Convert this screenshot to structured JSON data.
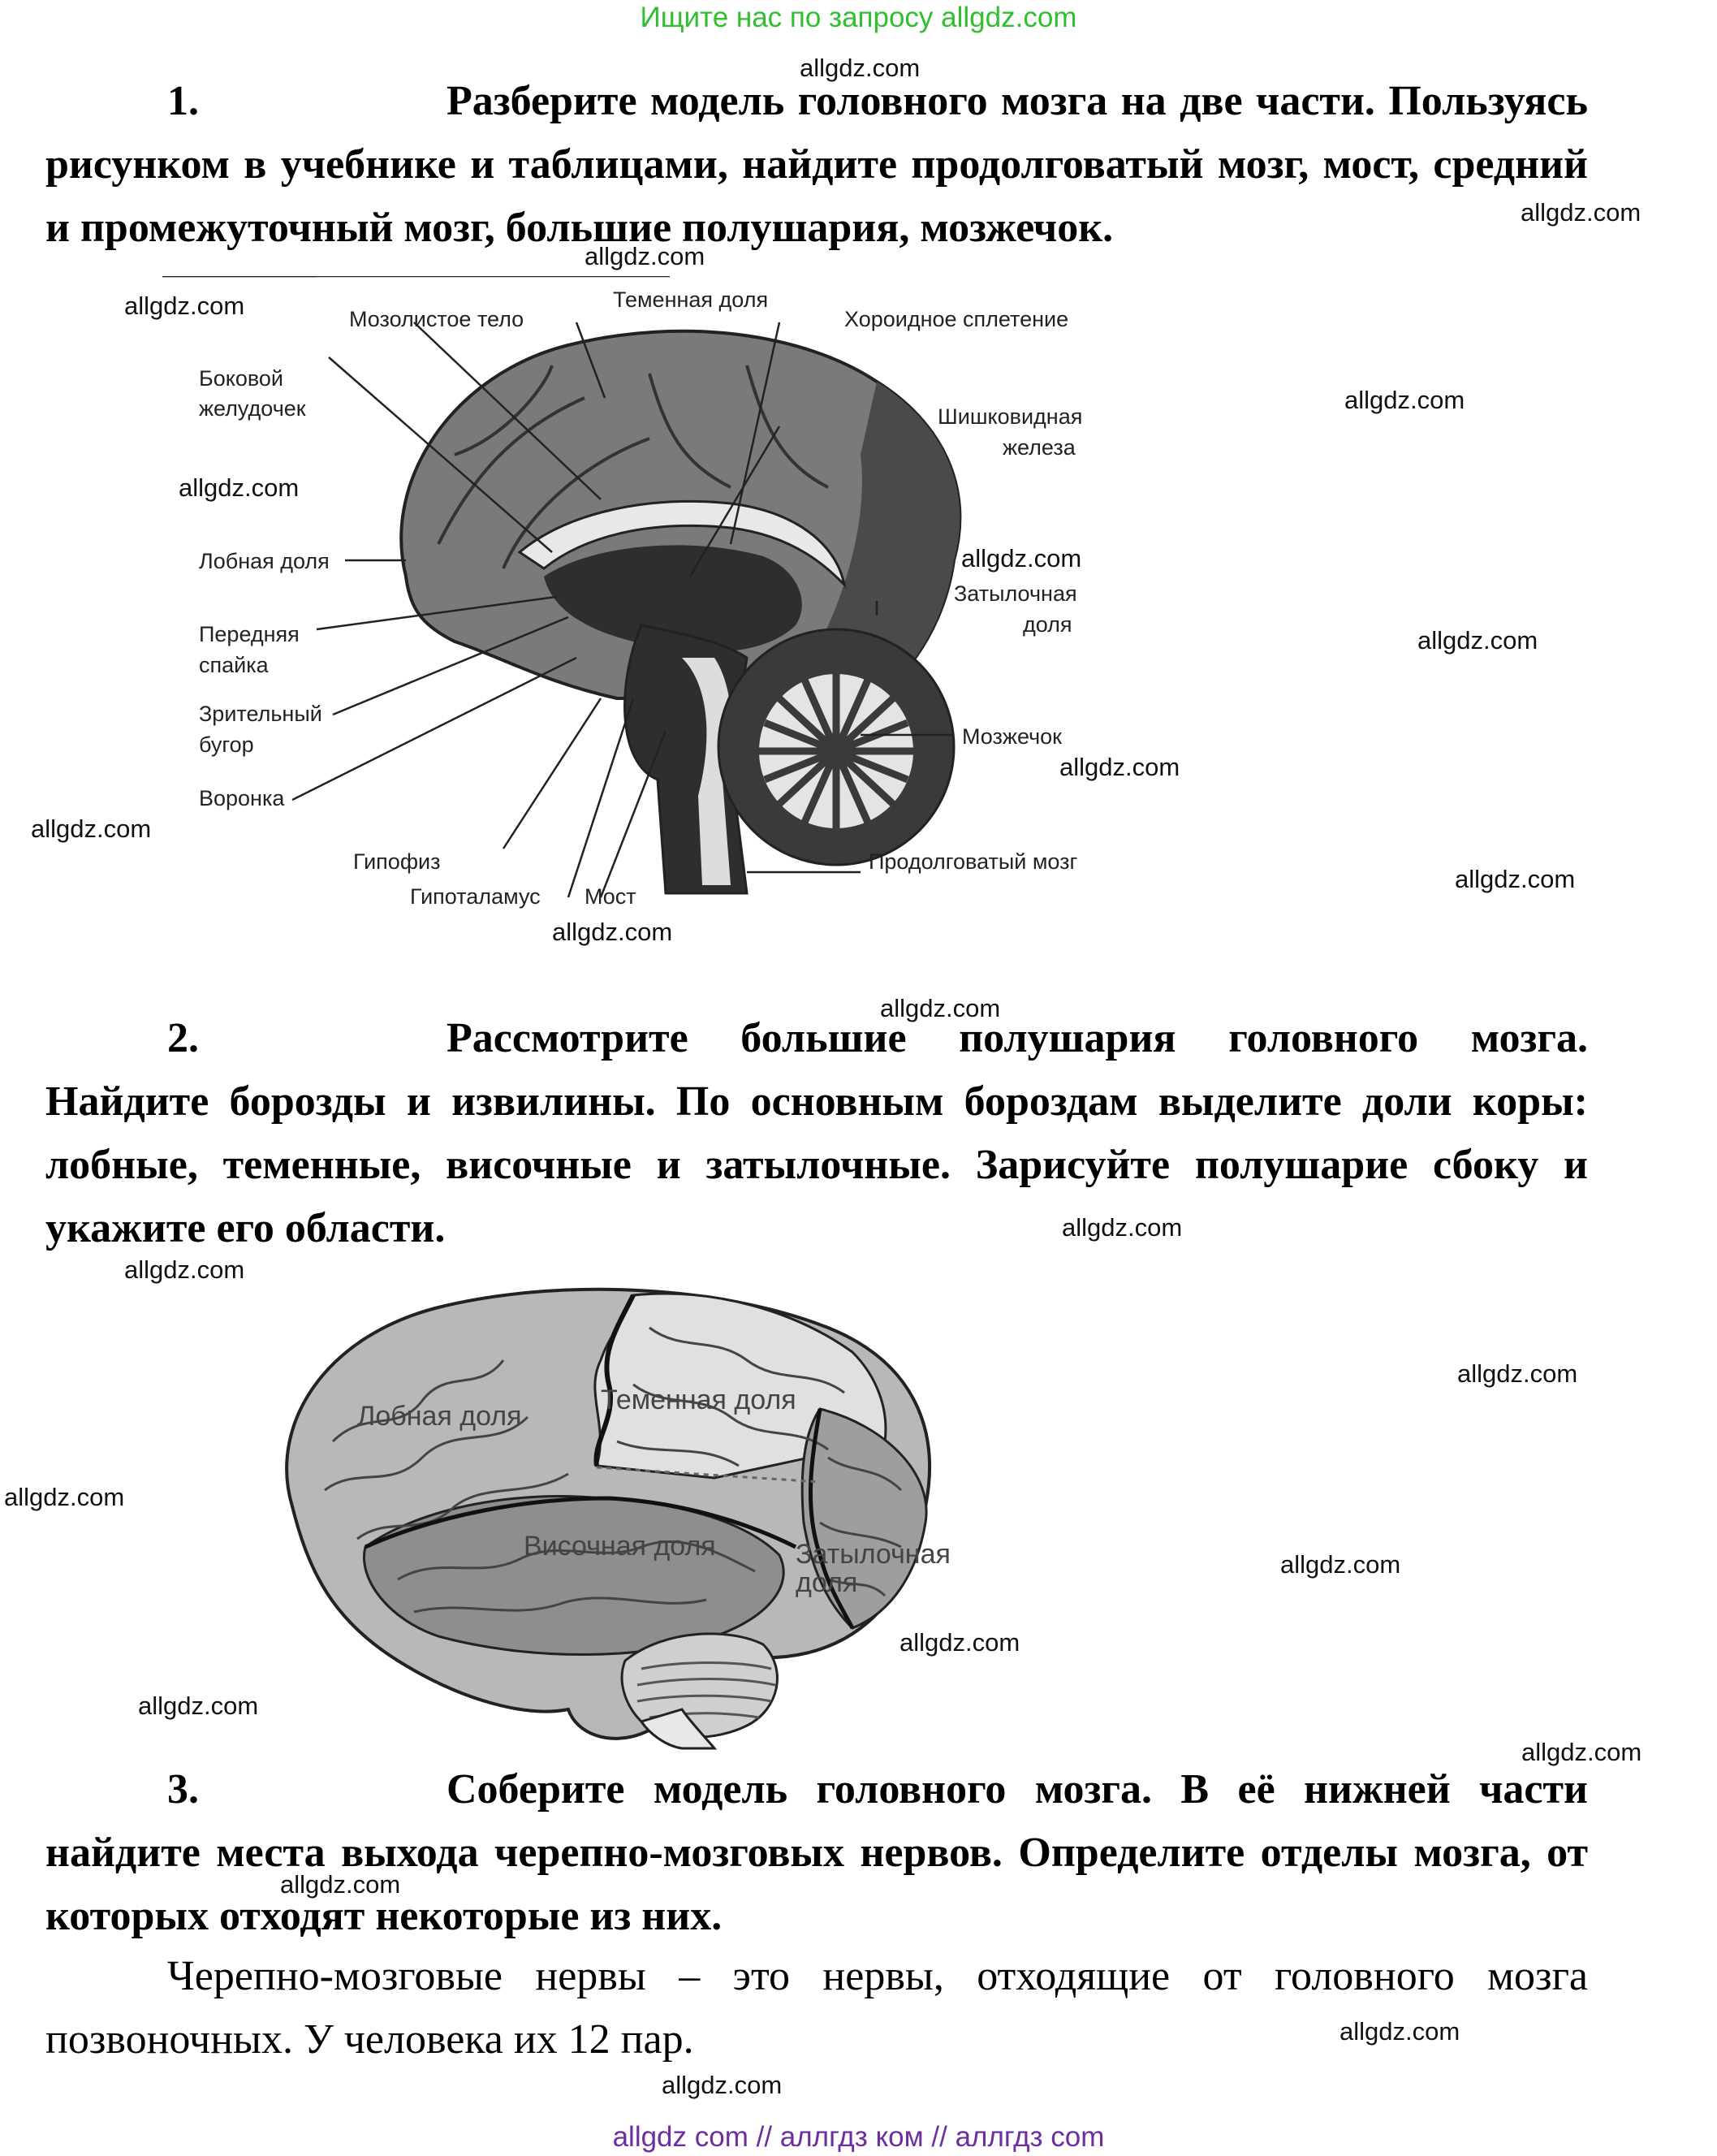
{
  "banner_top": "Ищите нас по запросу allgdz.com",
  "banner_bottom": "allgdz com  //  аллгдз ком  //  аллгдз com",
  "watermark": "allgdz.com",
  "task1": {
    "num": "1.",
    "text": "Разберите модель головного мозга на две части. Пользуясь рисунком в учебнике и таблицами, найдите продолговатый мозг, мост, средний и промежуточный мозг, большие полушария, мозжечок."
  },
  "figure1": {
    "labels": {
      "corpus": "Мозолистое тело",
      "parietal": "Теменная доля",
      "choroid": "Хороидное сплетение",
      "lateral1": "Боковой",
      "lateral2": "желудочек",
      "pineal1": "Шишковидная",
      "pineal2": "железа",
      "frontal": "Лобная доля",
      "occipital1": "Затылочная",
      "occipital2": "доля",
      "anterior1": "Передняя",
      "anterior2": "спайка",
      "optic1": "Зрительный",
      "optic2": "бугор",
      "funnel": "Воронка",
      "cerebellum": "Мозжечок",
      "pituitary": "Гипофиз",
      "hypothalamus": "Гипоталамус",
      "pons": "Мост",
      "medulla": "Продолговатый мозг"
    }
  },
  "task2": {
    "num": "2.",
    "text": "Рассмотрите большие полушария головного мозга. Найдите борозды и извилины. По основным бороздам выделите доли коры: лобные, теменные, височные и затылочные. Зарисуйте полушарие сбоку и укажите его области."
  },
  "figure2": {
    "labels": {
      "frontal": "Лобная доля",
      "parietal": "Теменная доля",
      "temporal": "Височная доля",
      "occipital1": "Затылочная",
      "occipital2": "доля"
    }
  },
  "task3": {
    "num": "3.",
    "text": "Соберите модель головного мозга. В её нижней части найдите места выхода черепно-мозговых нервов. Определите отделы мозга, от которых отходят некоторые из них."
  },
  "paragraph": "Черепно-мозговые нервы – это нервы, отходящие от головного мозга позвоночных. У человека их 12 пар."
}
